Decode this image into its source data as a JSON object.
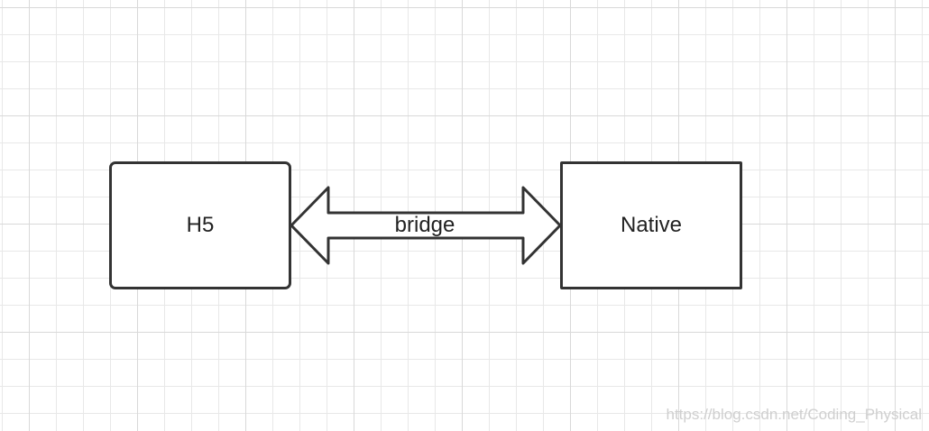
{
  "diagram": {
    "left_box_label": "H5",
    "right_box_label": "Native",
    "connector_label": "bridge"
  },
  "watermark": "https://blog.csdn.net/Coding_Physical",
  "colors": {
    "stroke": "#333333",
    "grid": "#e8e8e8",
    "text": "#222222",
    "watermark": "#cfcfcf"
  }
}
